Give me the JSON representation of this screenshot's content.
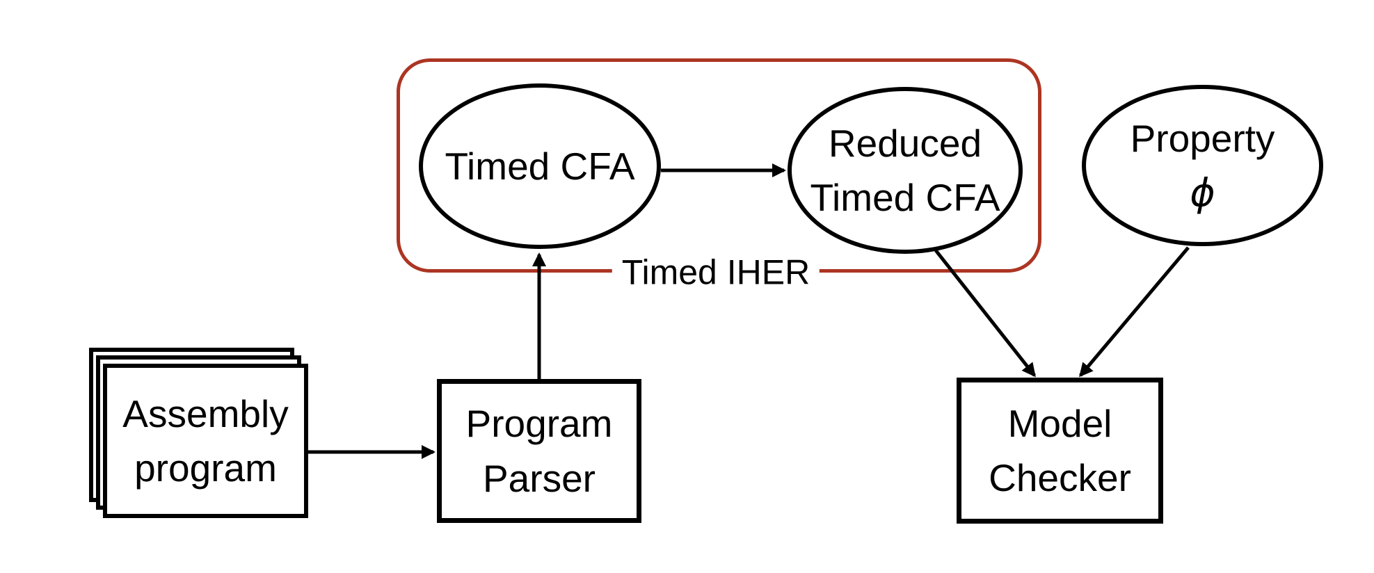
{
  "diagram": {
    "title": "Timed model-checking toolchain diagram",
    "group": {
      "label": "Timed IHER",
      "border_color": "#AC3523"
    },
    "nodes": {
      "assembly_program": {
        "shape": "stacked-rect",
        "line1": "Assembly",
        "line2": "program"
      },
      "program_parser": {
        "shape": "rect",
        "line1": "Program",
        "line2": "Parser"
      },
      "timed_cfa": {
        "shape": "ellipse",
        "label": "Timed CFA"
      },
      "reduced_timed_cfa": {
        "shape": "ellipse",
        "line1": "Reduced",
        "line2": "Timed CFA"
      },
      "property": {
        "shape": "ellipse",
        "line1": "Property",
        "line2": "ϕ"
      },
      "model_checker": {
        "shape": "rect",
        "line1": "Model",
        "line2": "Checker"
      }
    },
    "edges": [
      {
        "from": "assembly_program",
        "to": "program_parser"
      },
      {
        "from": "program_parser",
        "to": "timed_cfa"
      },
      {
        "from": "timed_cfa",
        "to": "reduced_timed_cfa"
      },
      {
        "from": "reduced_timed_cfa",
        "to": "model_checker"
      },
      {
        "from": "property",
        "to": "model_checker"
      }
    ],
    "colors": {
      "background": "#ffffff",
      "node_border": "#000000",
      "text": "#000000",
      "arrow": "#000000"
    }
  }
}
